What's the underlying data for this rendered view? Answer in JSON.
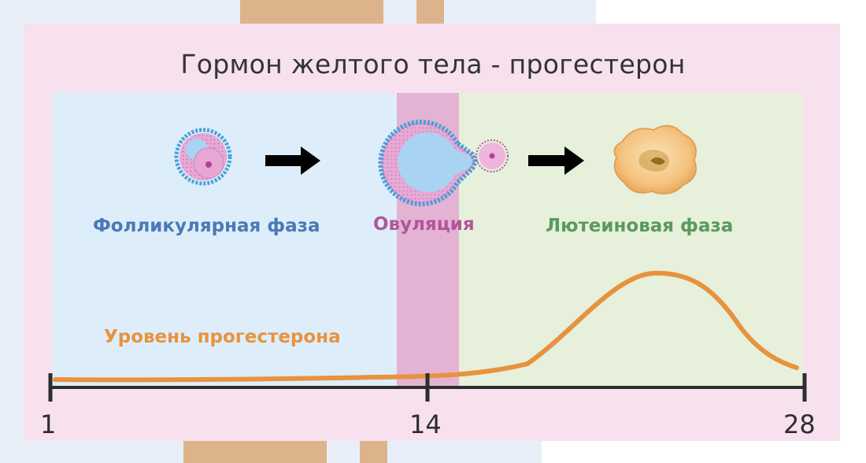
{
  "title": "Гормон желтого тела - прогестерон",
  "phases": {
    "follicular": {
      "label": "Фолликулярная фаза",
      "color": "#4a79b8",
      "fill": "#ddeefa"
    },
    "ovulation": {
      "label": "Овуляция",
      "color": "#b1559a",
      "fill": "#e4b3d4"
    },
    "luteal": {
      "label": "Лютеиновая фаза",
      "color": "#5a9a5c",
      "fill": "#e6f0da"
    }
  },
  "curve": {
    "label": "Уровень прогестерона",
    "color": "#e8923f"
  },
  "axis": {
    "ticks": [
      "1",
      "14",
      "28"
    ]
  },
  "icons": [
    "follicle-icon",
    "arrow-right-icon",
    "ovulation-icon",
    "arrow-right-icon",
    "corpus-luteum-icon"
  ]
}
